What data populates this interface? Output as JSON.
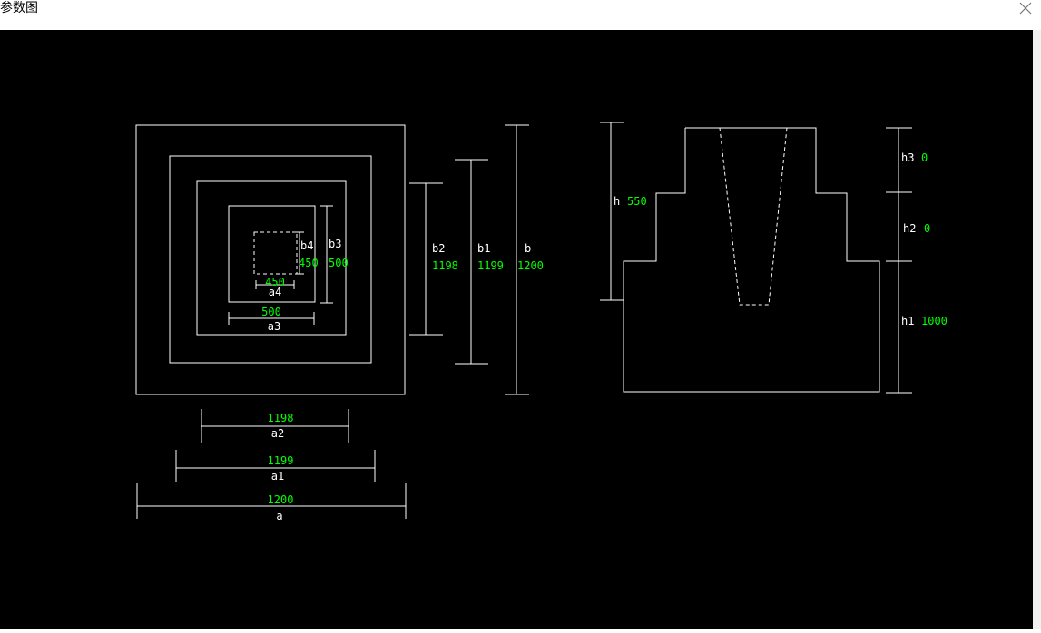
{
  "window": {
    "title": "参数图",
    "close_icon": "close-icon"
  },
  "colors": {
    "background": "#000000",
    "lines": "#ffffff",
    "values": "#00ff00"
  },
  "plan": {
    "a": {
      "label": "a",
      "value": "1200"
    },
    "a1": {
      "label": "a1",
      "value": "1199"
    },
    "a2": {
      "label": "a2",
      "value": "1198"
    },
    "a3": {
      "label": "a3",
      "value": "500"
    },
    "a4": {
      "label": "a4",
      "value": "450"
    },
    "b": {
      "label": "b",
      "value": "1200"
    },
    "b1": {
      "label": "b1",
      "value": "1199"
    },
    "b2": {
      "label": "b2",
      "value": "1198"
    },
    "b3": {
      "label": "b3",
      "value": "500"
    },
    "b4": {
      "label": "b4",
      "value": "450"
    }
  },
  "section": {
    "h": {
      "label": "h",
      "value": "550"
    },
    "h1": {
      "label": "h1",
      "value": "1000"
    },
    "h2": {
      "label": "h2",
      "value": "0"
    },
    "h3": {
      "label": "h3",
      "value": "0"
    }
  }
}
